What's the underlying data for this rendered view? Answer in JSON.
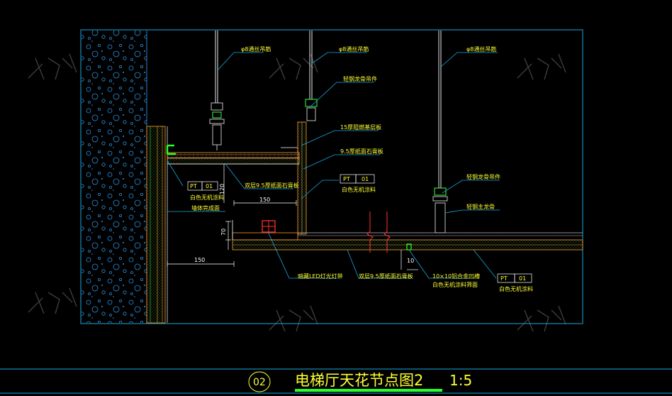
{
  "labels": {
    "rod_1": "φ8通丝吊筋",
    "rod_2": "φ8通丝吊筋",
    "rod_3": "φ8通丝吊筋",
    "keel_hanger_1": "轻钢龙骨吊件",
    "plywood": "15厚阻燃基层板",
    "gypsum_single": "9.5厚纸面石膏板",
    "gypsum_double_upper": "双层9.5厚纸面石膏板",
    "wall_finish": "墙体完成面",
    "keel_hanger_2": "轻钢龙骨吊件",
    "main_keel": "轻钢主龙骨",
    "led_strip": "暗藏LED灯光灯带",
    "gypsum_double_lower": "双层9.5厚纸面石膏板",
    "groove_line1": "10×10铝合金凹槽",
    "groove_line2": "白色无机涂料筛面"
  },
  "pt_tags": [
    {
      "code": "PT",
      "num": "01",
      "desc": "白色无机涂料"
    },
    {
      "code": "PT",
      "num": "01",
      "desc": "白色无机涂料"
    },
    {
      "code": "PT",
      "num": "01",
      "desc": "白色无机涂料"
    }
  ],
  "dims": {
    "d150_top": "150",
    "d150_bottom": "150",
    "d70": "70",
    "d10": "10",
    "d120": "120"
  },
  "title": {
    "number": "02",
    "name": "电梯厅天花节点图2",
    "scale": "1:5"
  },
  "colors": {
    "frame": "#1aa8e0",
    "wall": "#2a7fd0",
    "finish": "#ff9a2a",
    "board": "#c8a060",
    "green": "#2aff2a",
    "leader": "#1aa8e0"
  }
}
